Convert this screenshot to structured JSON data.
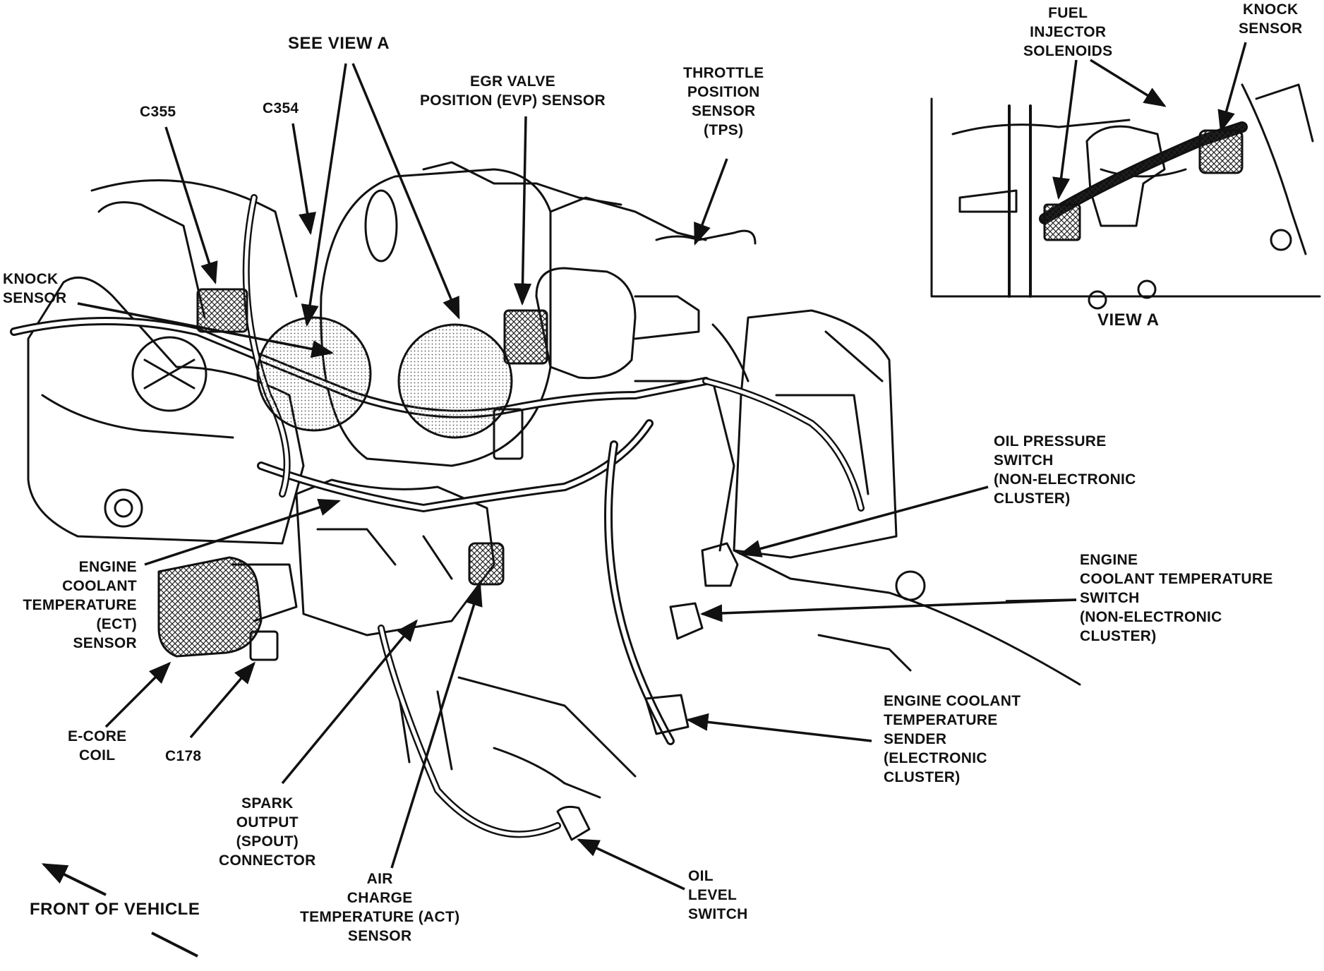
{
  "labels": {
    "see_view_a": "SEE VIEW A",
    "egr_valve": "EGR VALVE\nPOSITION (EVP) SENSOR",
    "throttle_position": "THROTTLE\nPOSITION\nSENSOR\n(TPS)",
    "fuel_injector": "FUEL\nINJECTOR\nSOLENOIDS",
    "knock_sensor_inset": "KNOCK\nSENSOR",
    "view_a": "VIEW A",
    "c355": "C355",
    "c354": "C354",
    "knock_sensor_main": "KNOCK\nSENSOR",
    "oil_pressure_switch": "OIL PRESSURE\nSWITCH\n(NON-ELECTRONIC\nCLUSTER)",
    "ect_switch": "ENGINE\nCOOLANT TEMPERATURE\nSWITCH\n(NON-ELECTRONIC\nCLUSTER)",
    "ect_sensor": "ENGINE\nCOOLANT\nTEMPERATURE\n(ECT)\nSENSOR",
    "ect_sender": "ENGINE COOLANT\nTEMPERATURE\nSENDER\n(ELECTRONIC\nCLUSTER)",
    "e_core_coil": "E-CORE\nCOIL",
    "c178": "C178",
    "spout_connector": "SPARK\nOUTPUT\n(SPOUT)\nCONNECTOR",
    "act_sensor": "AIR\nCHARGE\nTEMPERATURE (ACT)\nSENSOR",
    "oil_level_switch": "OIL\nLEVEL\nSWITCH",
    "front_of_vehicle": "FRONT OF VEHICLE"
  }
}
